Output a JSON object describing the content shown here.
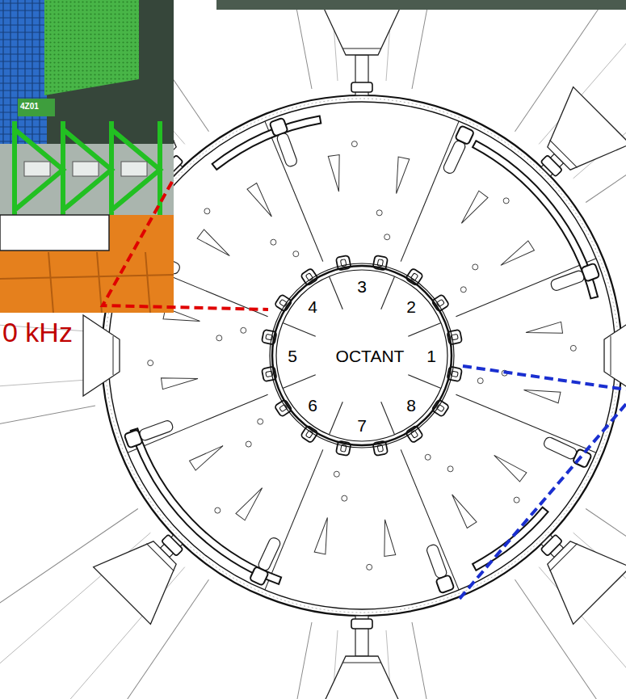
{
  "diagram": {
    "nodes": [
      {
        "text": [
          "3",
          "4",
          "2",
          "5",
          "OCTANT",
          "1",
          "8",
          "6",
          "7"
        ]
      }
    ],
    "labels": [
      "4Z01",
      "0 kHz"
    ]
  }
}
